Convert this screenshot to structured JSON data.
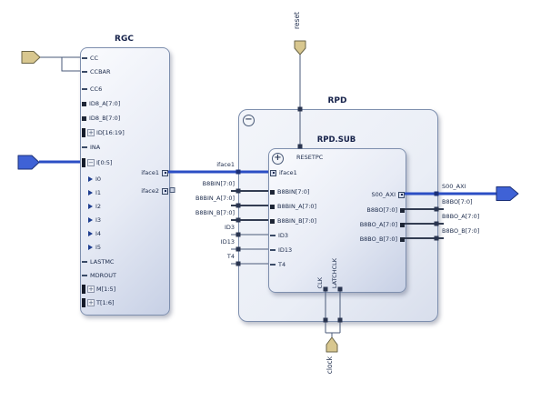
{
  "colors": {
    "block_border": "#7e8fae",
    "wire": "#4a5a78",
    "bus_wire": "#333d52",
    "interface_wire": "#2b4ec4",
    "port_fill": "#d8c78f",
    "port_border": "#6b6648",
    "interface_port_fill": "#3f62d6",
    "interface_port_border": "#1c3077",
    "text": "#1b2a4a"
  },
  "buttons": {
    "collapse": "−",
    "expand": "+"
  },
  "ports": {
    "reset": {
      "label": "reset"
    },
    "clock": {
      "label": "clock"
    }
  },
  "blocks": {
    "rgc": {
      "title": "RGC",
      "left_pins": [
        {
          "label": "CC",
          "type": "stub"
        },
        {
          "label": "CCBAR",
          "type": "stub"
        },
        {
          "label": "CC6",
          "type": "stub"
        },
        {
          "label": "ID8_A[7:0]",
          "type": "bus"
        },
        {
          "label": "ID8_B[7:0]",
          "type": "bus"
        },
        {
          "label": "ID[16:19]",
          "type": "bus-tree"
        },
        {
          "label": "INA",
          "type": "stub"
        },
        {
          "label": "I[0:5]",
          "type": "bus-tree-open"
        },
        {
          "label": "I0",
          "type": "leaf"
        },
        {
          "label": "I1",
          "type": "leaf"
        },
        {
          "label": "I2",
          "type": "leaf"
        },
        {
          "label": "I3",
          "type": "leaf"
        },
        {
          "label": "I4",
          "type": "leaf"
        },
        {
          "label": "I5",
          "type": "leaf"
        },
        {
          "label": "LASTMC",
          "type": "stub"
        },
        {
          "label": "MDROUT",
          "type": "stub"
        },
        {
          "label": "M[1:5]",
          "type": "bus-tree"
        },
        {
          "label": "T[1:6]",
          "type": "bus-tree"
        }
      ],
      "right_pins": [
        {
          "label": "iface1",
          "type": "iface"
        },
        {
          "label": "iface2",
          "type": "iface"
        }
      ]
    },
    "rpd": {
      "title": "RPD",
      "left_pins": [
        {
          "label": "iface1",
          "type": "iface"
        },
        {
          "label": "B8BIN[7:0]",
          "type": "bus"
        },
        {
          "label": "B8BIN_A[7:0]",
          "type": "bus"
        },
        {
          "label": "B8BIN_B[7:0]",
          "type": "bus"
        },
        {
          "label": "ID3",
          "type": "stub"
        },
        {
          "label": "ID13",
          "type": "stub"
        },
        {
          "label": "T4",
          "type": "stub"
        }
      ],
      "right_pins": [
        {
          "label": "S00_AXI",
          "type": "iface"
        },
        {
          "label": "B8BO[7:0]",
          "type": "bus"
        },
        {
          "label": "B8BO_A[7:0]",
          "type": "bus"
        },
        {
          "label": "B8BO_B[7:0]",
          "type": "bus"
        }
      ]
    },
    "rpd_sub": {
      "title": "RPD.SUB",
      "top_pins": [
        {
          "label": "RESETPC",
          "type": "stub"
        }
      ],
      "left_pins": [
        {
          "label": "iface1",
          "type": "iface"
        },
        {
          "label": "B8BIN[7:0]",
          "type": "bus"
        },
        {
          "label": "B8BIN_A[7:0]",
          "type": "bus"
        },
        {
          "label": "B8BIN_B[7:0]",
          "type": "bus"
        },
        {
          "label": "ID3",
          "type": "stub"
        },
        {
          "label": "ID13",
          "type": "stub"
        },
        {
          "label": "T4",
          "type": "stub"
        }
      ],
      "right_pins": [
        {
          "label": "S00_AXI",
          "type": "iface"
        },
        {
          "label": "B8BO[7:0]",
          "type": "bus"
        },
        {
          "label": "B8BO_A[7:0]",
          "type": "bus"
        },
        {
          "label": "B8BO_B[7:0]",
          "type": "bus"
        }
      ],
      "bottom_pins": [
        {
          "label": "CLK"
        },
        {
          "label": "LATCHCLK"
        }
      ]
    }
  }
}
